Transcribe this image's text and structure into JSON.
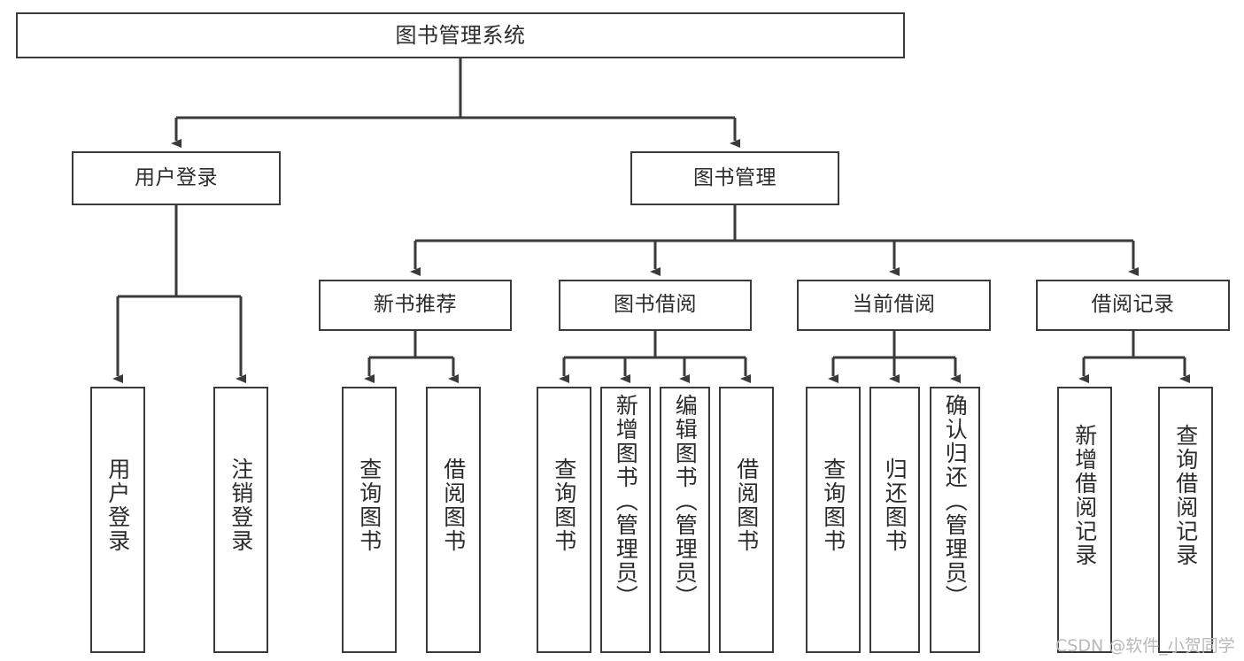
{
  "diagram": {
    "title": "图书管理系统",
    "type": "hierarchy-tree",
    "orientation": "top-down",
    "stroke_color": "#3a3a3a",
    "fill_color": "#ffffff",
    "text_color": "#2b2b2b",
    "nodes": {
      "root": {
        "label": "图书管理系统",
        "level": 0
      },
      "l1": [
        {
          "id": "user-login",
          "label": "用户登录",
          "level": 1
        },
        {
          "id": "book-manage",
          "label": "图书管理",
          "level": 1
        }
      ],
      "l2": [
        {
          "id": "new-book-recommend",
          "label": "新书推荐",
          "level": 2,
          "parent": "book-manage"
        },
        {
          "id": "book-borrow",
          "label": "图书借阅",
          "level": 2,
          "parent": "book-manage"
        },
        {
          "id": "current-borrow",
          "label": "当前借阅",
          "level": 2,
          "parent": "book-manage"
        },
        {
          "id": "borrow-record",
          "label": "借阅记录",
          "level": 2,
          "parent": "book-manage"
        }
      ],
      "leaves": [
        {
          "id": "leaf-user-login",
          "label": "用户登录",
          "parent": "user-login"
        },
        {
          "id": "leaf-logout-login",
          "label": "注销登录",
          "parent": "user-login"
        },
        {
          "id": "leaf-query-book-1",
          "label": "查询图书",
          "parent": "new-book-recommend"
        },
        {
          "id": "leaf-borrow-book-1",
          "label": "借阅图书",
          "parent": "new-book-recommend"
        },
        {
          "id": "leaf-query-book-2",
          "label": "查询图书",
          "parent": "book-borrow"
        },
        {
          "id": "leaf-add-book",
          "label": "新增图书（管理员）",
          "parent": "book-borrow"
        },
        {
          "id": "leaf-edit-book",
          "label": "编辑图书（管理员）",
          "parent": "book-borrow"
        },
        {
          "id": "leaf-borrow-book-2",
          "label": "借阅图书",
          "parent": "book-borrow"
        },
        {
          "id": "leaf-query-book-3",
          "label": "查询图书",
          "parent": "current-borrow"
        },
        {
          "id": "leaf-return-book",
          "label": "归还图书",
          "parent": "current-borrow"
        },
        {
          "id": "leaf-confirm-return",
          "label": "确认归还（管理员）",
          "parent": "current-borrow"
        },
        {
          "id": "leaf-add-record",
          "label": "新增借阅记录",
          "parent": "borrow-record"
        },
        {
          "id": "leaf-query-record",
          "label": "查询借阅记录",
          "parent": "borrow-record"
        }
      ]
    }
  },
  "watermark": {
    "text": "CSDN @软件_小贺同学"
  }
}
